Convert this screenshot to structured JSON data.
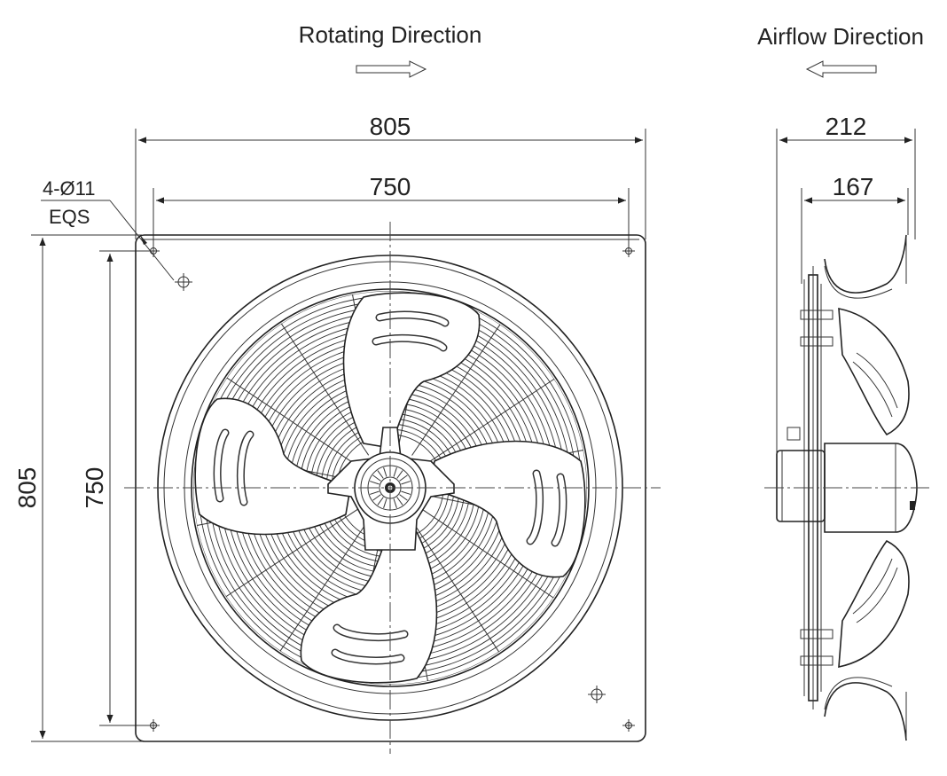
{
  "labels": {
    "rotating_direction": "Rotating Direction",
    "airflow_direction": "Airflow Direction"
  },
  "dimensions": {
    "front_overall_width": "805",
    "front_hole_spacing_width": "750",
    "front_overall_height": "805",
    "front_hole_spacing_height": "750",
    "side_overall_depth": "212",
    "side_body_depth": "167"
  },
  "holes_callout": {
    "line1": "4-Ø11",
    "line2": "EQS"
  },
  "views": {
    "front": {
      "blade_count": 4,
      "mounting_holes": 4
    },
    "side": {}
  },
  "colors": {
    "line": "#222222",
    "background": "#ffffff"
  }
}
